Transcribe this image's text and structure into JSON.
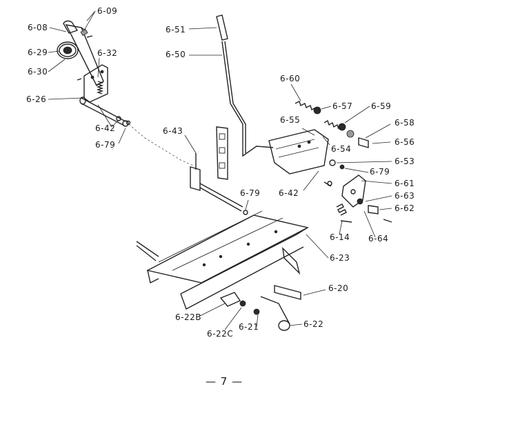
{
  "diagram": {
    "labels": [
      {
        "id": "l-6-09",
        "text": "6-09"
      },
      {
        "id": "l-6-08",
        "text": "6-08"
      },
      {
        "id": "l-6-29",
        "text": "6-29"
      },
      {
        "id": "l-6-30",
        "text": "6-30"
      },
      {
        "id": "l-6-32",
        "text": "6-32"
      },
      {
        "id": "l-6-26",
        "text": "6-26"
      },
      {
        "id": "l-6-42a",
        "text": "6-42"
      },
      {
        "id": "l-6-79a",
        "text": "6-79"
      },
      {
        "id": "l-6-43",
        "text": "6-43"
      },
      {
        "id": "l-6-51",
        "text": "6-51"
      },
      {
        "id": "l-6-50",
        "text": "6-50"
      },
      {
        "id": "l-6-79b",
        "text": "6-79"
      },
      {
        "id": "l-6-60",
        "text": "6-60"
      },
      {
        "id": "l-6-57",
        "text": "6-57"
      },
      {
        "id": "l-6-59",
        "text": "6-59"
      },
      {
        "id": "l-6-55",
        "text": "6-55"
      },
      {
        "id": "l-6-58",
        "text": "6-58"
      },
      {
        "id": "l-6-54",
        "text": "6-54"
      },
      {
        "id": "l-6-56",
        "text": "6-56"
      },
      {
        "id": "l-6-53",
        "text": "6-53"
      },
      {
        "id": "l-6-79c",
        "text": "6-79"
      },
      {
        "id": "l-6-61",
        "text": "6-61"
      },
      {
        "id": "l-6-42b",
        "text": "6-42"
      },
      {
        "id": "l-6-63",
        "text": "6-63"
      },
      {
        "id": "l-6-62",
        "text": "6-62"
      },
      {
        "id": "l-6-14",
        "text": "6-14"
      },
      {
        "id": "l-6-64",
        "text": "6-64"
      },
      {
        "id": "l-6-23",
        "text": "6-23"
      },
      {
        "id": "l-6-20",
        "text": "6-20"
      },
      {
        "id": "l-6-22B",
        "text": "6-22B"
      },
      {
        "id": "l-6-22C",
        "text": "6-22C"
      },
      {
        "id": "l-6-21",
        "text": "6-21"
      },
      {
        "id": "l-6-22",
        "text": "6-22"
      }
    ],
    "page_number": "— 7 —"
  }
}
